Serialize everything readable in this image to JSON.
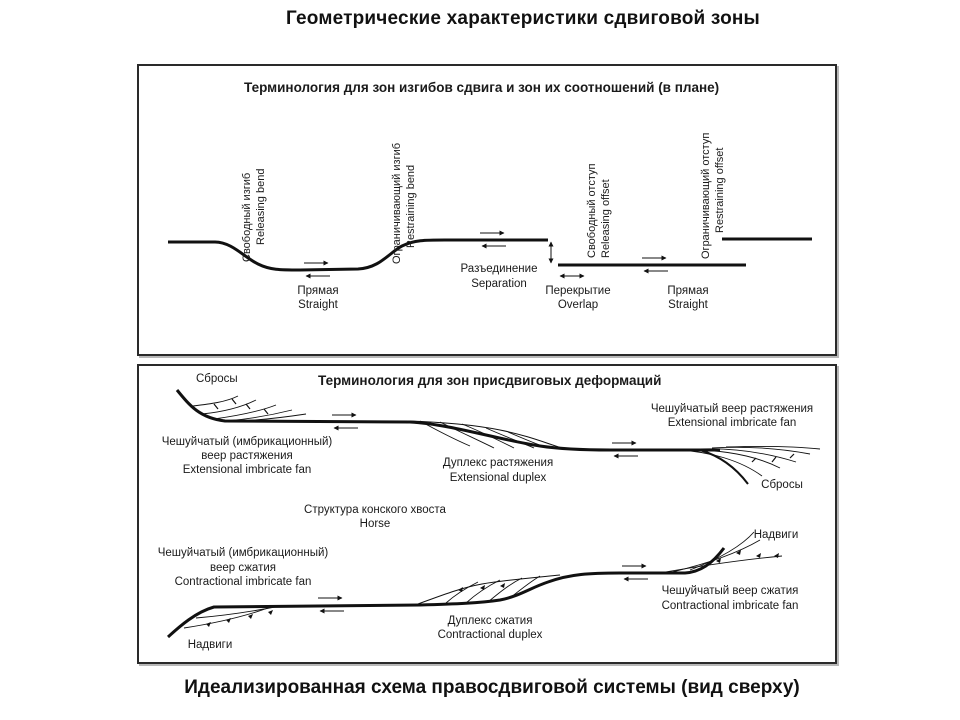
{
  "slide": {
    "title": "Геометрические характеристики сдвиговой зоны",
    "caption": "Идеализированная схема правосдвиговой системы (вид сверху)"
  },
  "panel_top": {
    "heading": "Терминология для зон изгибов сдвига и зон их соотношений (в плане)",
    "releasing_bend": {
      "ru": "Свободный изгиб",
      "en": "Releasing bend"
    },
    "restraining_bend": {
      "ru": "Ограничивающий изгиб",
      "en": "Restraining bend"
    },
    "releasing_offset": {
      "ru": "Свободный отступ",
      "en": "Releasing offset"
    },
    "restraining_offset": {
      "ru": "Ограничивающий отступ",
      "en": "Restraining offset"
    },
    "straight_1": {
      "ru": "Прямая",
      "en": "Straight"
    },
    "separation": {
      "ru": "Разъединение",
      "en": "Separation"
    },
    "overlap": {
      "ru": "Перекрытие",
      "en": "Overlap"
    },
    "straight_2": {
      "ru": "Прямая",
      "en": "Straight"
    }
  },
  "panel_bottom": {
    "heading": "Терминология для зон присдвиговых деформаций",
    "faults_top_left": "Сбросы",
    "ext_fan_left": {
      "ru1": "Чешуйчатый (имбрикационный)",
      "ru2": "веер растяжения",
      "en": "Extensional imbricate fan"
    },
    "ext_duplex": {
      "ru": "Дуплекс растяжения",
      "en": "Extensional duplex"
    },
    "ext_fan_right": {
      "ru": "Чешуйчатый веер растяжения",
      "en": "Extensional imbricate fan"
    },
    "faults_right": "Сбросы",
    "horse": {
      "ru": "Структура конского хвоста",
      "en": "Horse"
    },
    "thrusts_right": "Надвиги",
    "con_fan_left": {
      "ru1": "Чешуйчатый (имбрикационный)",
      "ru2": "веер сжатия",
      "en": "Contractional imbricate fan"
    },
    "con_fan_right": {
      "ru": "Чешуйчатый веер сжатия",
      "en": "Contractional imbricate fan"
    },
    "con_duplex": {
      "ru": "Дуплекс сжатия",
      "en": "Contractional duplex"
    },
    "thrusts_left": "Надвиги"
  }
}
